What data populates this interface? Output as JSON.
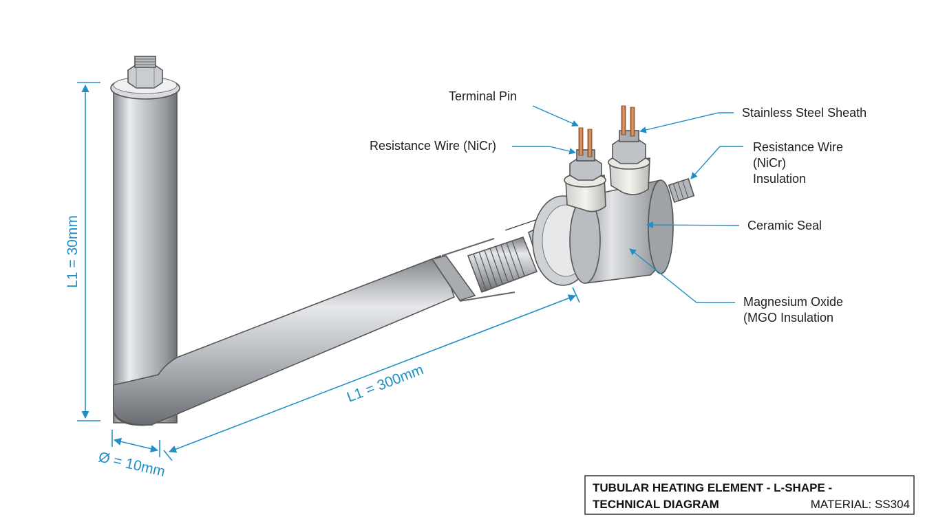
{
  "labels": {
    "terminal_pin": "Terminal Pin",
    "resistance_wire_left": "Resistance Wire (NiCr)",
    "stainless_steel_sheath": "Stainless Steel Sheath",
    "resistance_wire_insulation": [
      "Resistance Wire",
      "(NiCr)",
      "Insulation"
    ],
    "ceramic_seal": "Ceramic Seal",
    "magnesium_oxide": [
      "Magnesium Oxide",
      "(MGO Insulation"
    ]
  },
  "dimensions": {
    "vertical_length": "L1 = 30mm",
    "horizontal_length": "L1 = 300mm",
    "diameter": "Ø = 10mm"
  },
  "title_block": {
    "line1": "TUBULAR HEATING ELEMENT - L-SHAPE -",
    "line2": "TECHNICAL DIAGRAM",
    "material": "MATERIAL: SS304"
  },
  "colors": {
    "callout_blue": "#1f8fc4",
    "steel": "#b9bcc0",
    "copper": "#c77a45"
  }
}
